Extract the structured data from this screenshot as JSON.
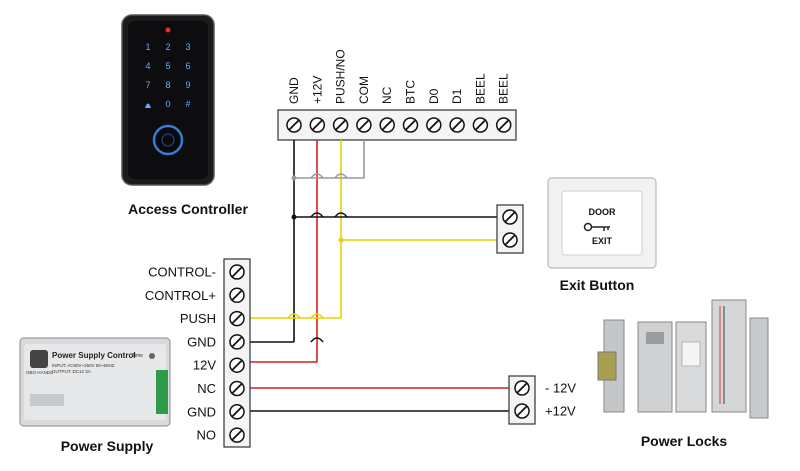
{
  "captions": {
    "access_controller": "Access Controller",
    "exit_button": "Exit Button",
    "power_supply": "Power Supply",
    "power_locks": "Power Locks"
  },
  "top_terminals": [
    "GND",
    "+12V",
    "PUSH/NO",
    "COM",
    "NC",
    "BTC",
    "D0",
    "D1",
    "BEEL",
    "BEEL"
  ],
  "psu_terminals": [
    "CONTROL-",
    "CONTROL+",
    "PUSH",
    "GND",
    "12V",
    "NC",
    "GND",
    "NO"
  ],
  "lock_terminals": [
    "- 12V",
    "+12V"
  ],
  "exit_button": {
    "line1": "DOOR",
    "line2": "EXIT"
  },
  "keypad_keys": [
    "1",
    "2",
    "3",
    "4",
    "5",
    "6",
    "7",
    "8",
    "9",
    "",
    "0",
    "#"
  ],
  "psu_box": {
    "title": "Power Supply Control",
    "brand": "OBO HANDS",
    "input": "INPUT: AC90V~260V 50~60HZ",
    "output": "OUTPUT: DC12 3A",
    "time_label": "Time"
  },
  "wire_colors": {
    "black": "#111111",
    "red": "#d42020",
    "yellow": "#f2e000",
    "gray": "#9a9a9a"
  }
}
